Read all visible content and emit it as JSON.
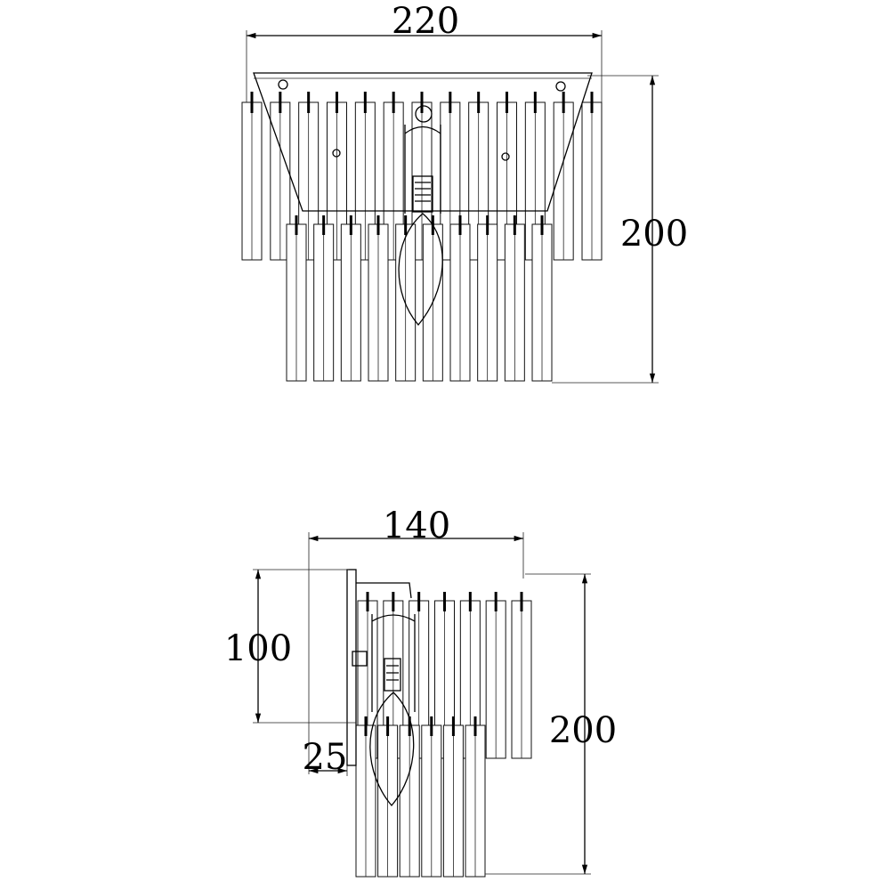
{
  "front_view": {
    "width_label": "220",
    "height_label": "200"
  },
  "side_view": {
    "depth_label": "140",
    "mount_height_label": "100",
    "height_label": "200",
    "plate_label": "25"
  }
}
